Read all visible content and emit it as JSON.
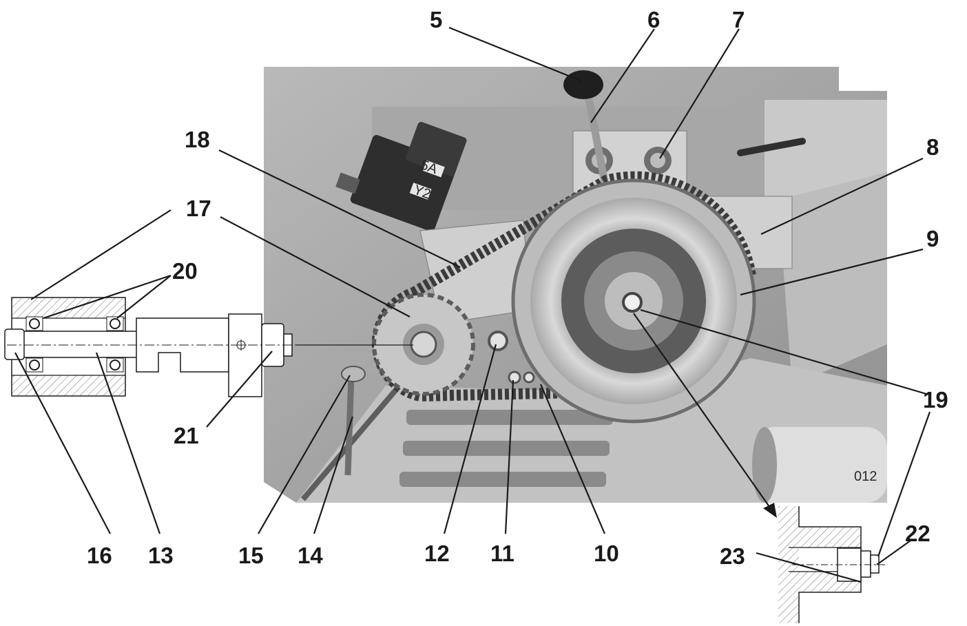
{
  "callouts": {
    "c5": "5",
    "c6": "6",
    "c7": "7",
    "c8": "8",
    "c9": "9",
    "c10": "10",
    "c11": "11",
    "c12": "12",
    "c13": "13",
    "c14": "14",
    "c15": "15",
    "c16": "16",
    "c17": "17",
    "c18": "18",
    "c19": "19",
    "c20": "20",
    "c21": "21",
    "c22": "22",
    "c23": "23"
  },
  "photo": {
    "frame_code": "012",
    "sticker_top": "5A",
    "sticker_bottom": "Y2"
  }
}
